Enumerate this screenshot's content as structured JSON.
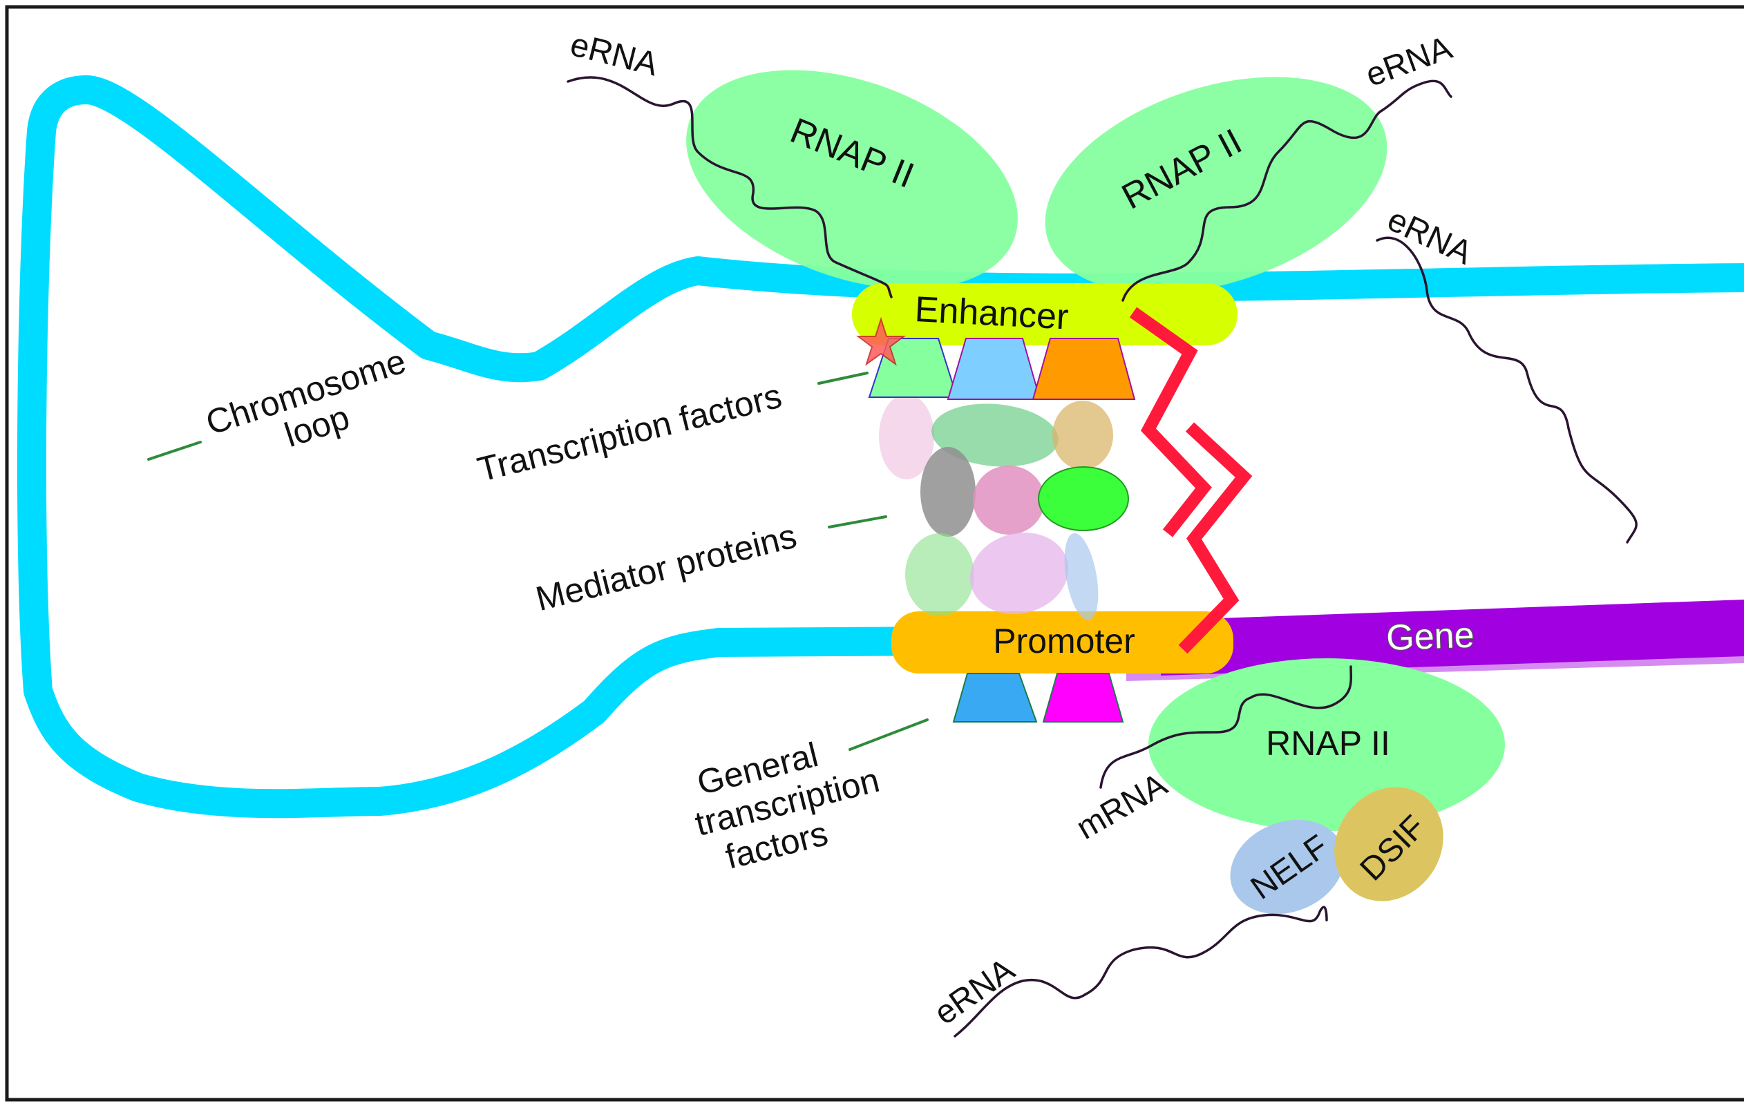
{
  "labels": {
    "chromosome_loop_line1": "Chromosome",
    "chromosome_loop_line2": "loop",
    "transcription_factors": "Transcription factors",
    "mediator_proteins": "Mediator proteins",
    "general_tf_line1": "General",
    "general_tf_line2": "transcription",
    "general_tf_line3": "factors",
    "enhancer": "Enhancer",
    "promoter": "Promoter",
    "gene": "Gene",
    "rnap_left": "RNAP II",
    "rnap_right": "RNAP II",
    "rnap_bottom": "RNAP II",
    "erna_top_left": "eRNA",
    "erna_top_right": "eRNA",
    "erna_right": "eRNA",
    "erna_bottom": "eRNA",
    "mrna": "mRNA",
    "nelf": "NELF",
    "dsif": "DSIF"
  },
  "colors": {
    "dna": "#00dcff",
    "enhancer": "#d6ff00",
    "promoter": "#ffbf00",
    "gene": "#a100e0",
    "rnap": "#86ff9f",
    "nelf": "#a9c8ec",
    "dsif": "#dcc560",
    "loop_strand": "#ff1a3c",
    "rna_strand": "#2a1530",
    "leader_line": "#2e8b3a"
  }
}
